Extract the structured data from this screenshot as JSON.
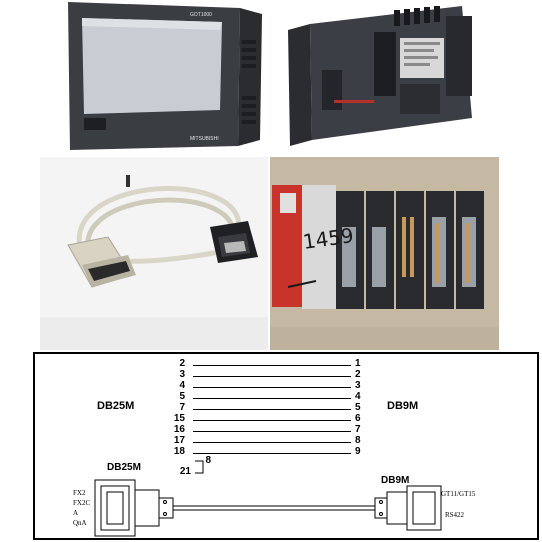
{
  "photos": {
    "hmi_front": {
      "subject": "hmi-front-photo",
      "brand_text": "GOT1000",
      "maker_text": "MITSUBISHI"
    },
    "hmi_back": {
      "subject": "hmi-back-photo"
    },
    "cable": {
      "subject": "cable-photo"
    },
    "plc": {
      "subject": "plc-photo",
      "handwritten": "1459"
    }
  },
  "diagram": {
    "connector_left_title": "DB25M",
    "connector_right_title": "DB9M",
    "pin_pairs": [
      {
        "left": "2",
        "right": "1"
      },
      {
        "left": "3",
        "right": "2"
      },
      {
        "left": "4",
        "right": "3"
      },
      {
        "left": "5",
        "right": "4"
      },
      {
        "left": "7",
        "right": "5"
      },
      {
        "left": "15",
        "right": "6"
      },
      {
        "left": "16",
        "right": "7"
      },
      {
        "left": "17",
        "right": "8"
      },
      {
        "left": "18",
        "right": "9"
      }
    ],
    "jumper_pins": [
      "8",
      "21"
    ],
    "left_plug_label": "DB25M",
    "right_plug_label": "DB9M",
    "left_models": [
      "FX2",
      "FX2C",
      "A",
      "QnA"
    ],
    "right_models": [
      "GT11/GT15",
      "RS422"
    ]
  },
  "colors": {
    "hmi_body": "#3a3d42",
    "hmi_screen": "#c9ccd2",
    "cable": "#d9d6c8",
    "plc_red": "#c8332b",
    "plc_wall": "#c6b9a4"
  }
}
